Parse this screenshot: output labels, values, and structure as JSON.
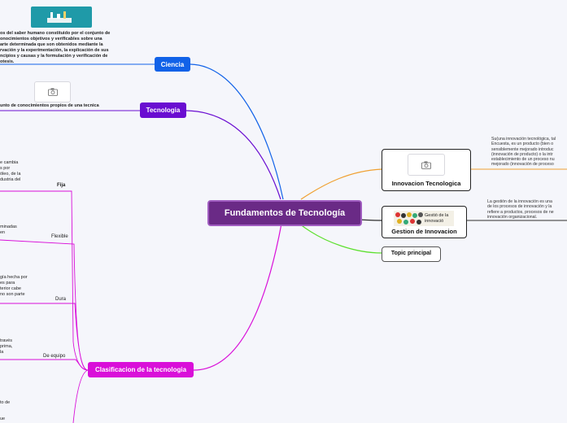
{
  "root": {
    "title": "Fundamentos de Tecnología"
  },
  "ciencia": {
    "label": "Ciencia",
    "text": [
      "os del saber humano constituido por el conjunto de",
      "onocimientos objetivos y verificables sobre una",
      "arte determinada que son obtenidos mediante la",
      "rvación y la experimentación, la explicación de sus",
      "ncipios y causas y la formulación y verificación de",
      "otesis."
    ]
  },
  "tecnologia": {
    "label": "Tecnologia",
    "text": "unto de conocimientos propios de una tecnica"
  },
  "clasificacion": {
    "label": "Clasificacion de la tecnologia",
    "branches": [
      "Fija",
      "Flexible",
      "Dura",
      "De equipo"
    ],
    "fija_text": [
      "e cambia",
      "s por",
      "óleo, de la",
      "dustria del"
    ],
    "flexible_text": [
      "minadas",
      "en"
    ],
    "dura_text": [
      "gía hecha por",
      "es para",
      "terior cabe",
      "no son parte"
    ],
    "equipo_text": [
      "través",
      "prima,",
      "la"
    ],
    "bottom_text": [
      "to de",
      "ue"
    ]
  },
  "innovacion": {
    "label": "Innovacion Tecnologica",
    "text": [
      "Su(una innovación tecnológica, tal",
      "Encuesta, es un producto (bien o",
      "sensiblemente mejorado introduc",
      "(innovación de producto) o la intr",
      "establecimiento de un proceso nu",
      "mejorado (innovación de proceso"
    ]
  },
  "gestion": {
    "label": "Gestion de Innovacion",
    "image_caption": [
      "Gestió de la",
      "innovació"
    ],
    "text": [
      "La gestión de la innovación es una",
      "de los procesos de innovación y la",
      "refiere a productos, procesos de ne",
      "innovación organizacional."
    ]
  },
  "topic": {
    "label": "Topic principal"
  },
  "icons": {
    "camera": "camera-icon",
    "science": "science-image"
  },
  "colors": {
    "root": "#6a2a86",
    "ciencia": "#1162e8",
    "tecnologia": "#6a0dd1",
    "clasificacion": "#d90fd9",
    "innovacion_line": "#f0a030",
    "gestion_line": "#2e2e2e",
    "topic_line": "#5ce02e"
  }
}
